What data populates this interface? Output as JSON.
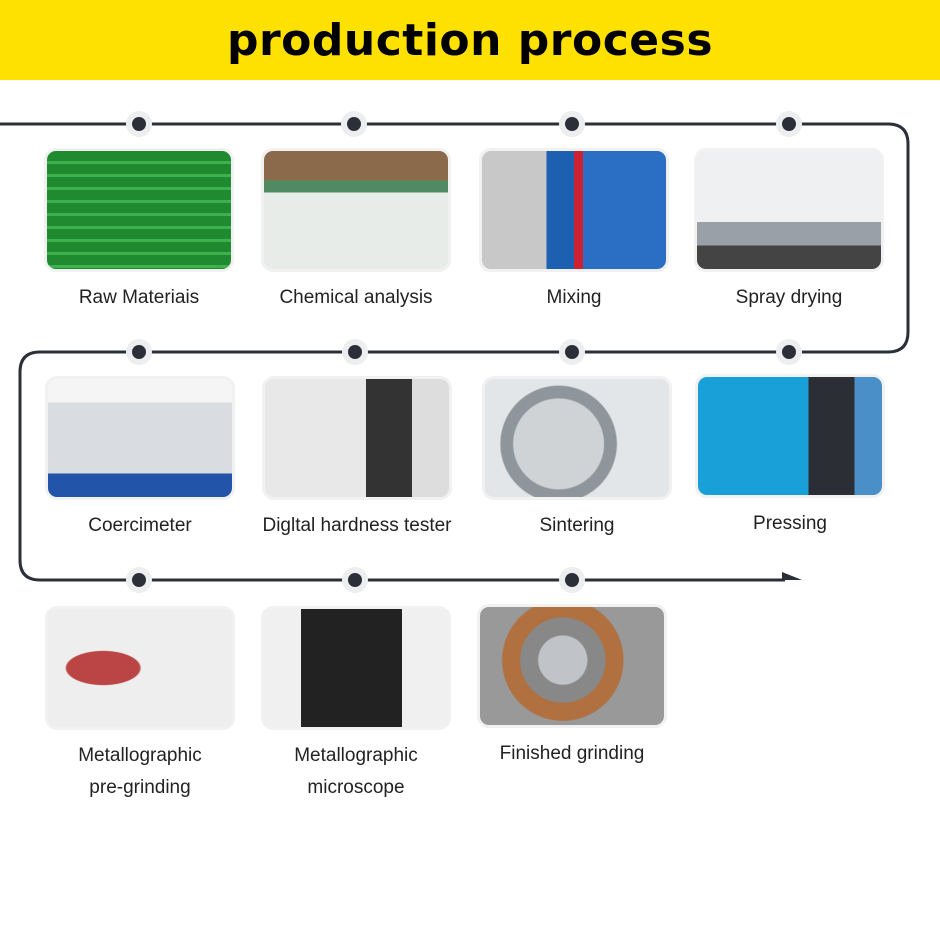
{
  "header": {
    "title": "production process"
  },
  "steps": [
    {
      "label": "Raw Materiais"
    },
    {
      "label": "Chemical analysis"
    },
    {
      "label": "Mixing"
    },
    {
      "label": "Spray drying"
    },
    {
      "label": "Coercimeter"
    },
    {
      "label": "Digltal hardness tester"
    },
    {
      "label": "Sintering"
    },
    {
      "label": "Pressing"
    },
    {
      "label": "Metallographic pre-grinding",
      "line1": "Metallographic",
      "line2": "pre-grinding"
    },
    {
      "label": "Metallographic microscope",
      "line1": "Metallographic",
      "line2": "microscope"
    },
    {
      "label": "Finished grinding"
    }
  ],
  "colors": {
    "header_bg": "#ffe100",
    "line": "#2b2f38"
  }
}
